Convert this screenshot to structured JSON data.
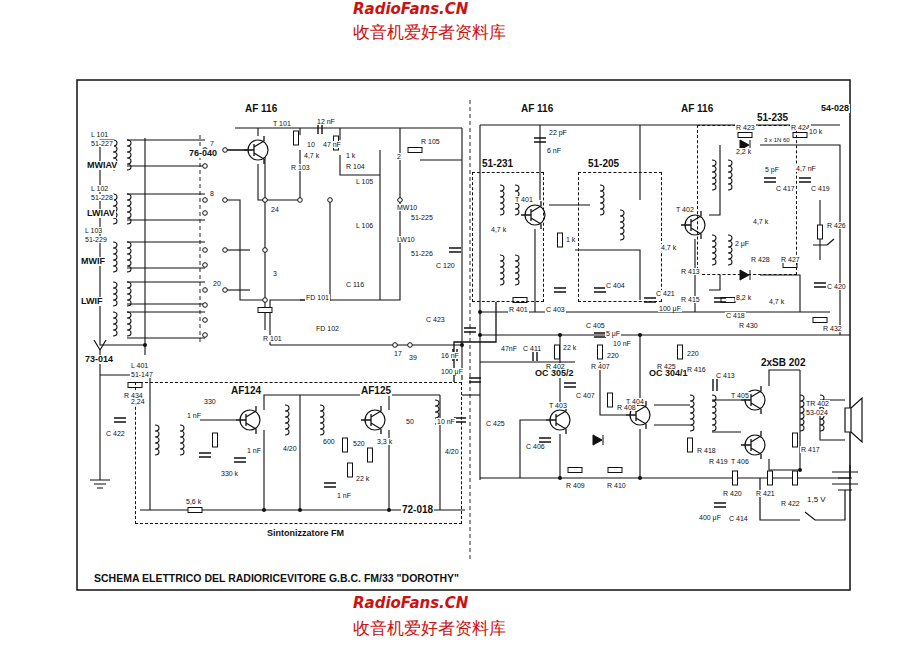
{
  "diagram": {
    "title": "SCHEMA ELETTRICO DEL RADIORICEVITORE G.B.C. FM/33 \"DOROTHY\"",
    "nodes": [
      {
        "text": [
          "51-231"
        ]
      },
      {
        "text": [
          "51-205"
        ]
      },
      {
        "text": [
          "51-235"
        ]
      },
      {
        "text": [
          "72-018",
          "Sintonizzatore FM"
        ]
      }
    ],
    "edges": [
      {
        "from": 3,
        "to": 0,
        "arrow": "none"
      }
    ],
    "labels": [
      "RadioFans.CN",
      "收音机爱好者资料库",
      "AF 116",
      "AF 116",
      "AF 116",
      "76-040",
      "54-028",
      "L 101",
      "51-227",
      "MWIAV",
      "L 102",
      "51-228",
      "LWIAV",
      "L 103",
      "51-229",
      "MWIF",
      "LWIF",
      "73-014",
      "L 401",
      "51-147",
      "AF124",
      "AF125",
      "OC 305/2",
      "OC 304/1",
      "2xSB 202",
      "TR 402",
      "53-024",
      "1,5 V",
      "T 101",
      "R 105",
      "R 104",
      "R 103",
      "L 105",
      "L 106",
      "51-225",
      "51-226",
      "C 116",
      "FD 101",
      "FD 102",
      "R 101",
      "C 423",
      "C 411",
      "47nF",
      "R 401",
      "R 402",
      "R 407",
      "R 425",
      "R 416",
      "C 405",
      "C 406",
      "C 407",
      "R 408",
      "R 409",
      "R 410",
      "R 418",
      "R 419",
      "R 420",
      "R 421",
      "R 422",
      "C 414",
      "R 417",
      "C 413",
      "C 404",
      "C 403",
      "C 421",
      "C 418",
      "R 430",
      "R 432",
      "R 424",
      "R 423",
      "C 417",
      "C 419",
      "C 420",
      "R 426",
      "R 427",
      "R 428",
      "R 415",
      "R 413",
      "T 401",
      "T 402",
      "T 403",
      "T 404",
      "T 405",
      "T 406",
      "R 434",
      "C 422",
      "C 425",
      "330",
      "330 k",
      "5,6 k",
      "22 k",
      "520",
      "600",
      "1 nF",
      "1 nF",
      "1 nF",
      "4/20",
      "4/20",
      "3,3 k",
      "2,24",
      "50",
      "10 nF",
      "22 pF",
      "6 nF",
      "1 k",
      "4,7 k",
      "4,7 k",
      "4,7 k",
      "4,7 k",
      "100 μF",
      "8,2 k",
      "2 μF",
      "5 pF",
      "4,7 nF",
      "10 k",
      "2,2 k",
      "3 x 1N 60",
      "5 μF",
      "10 nF",
      "220",
      "22 k",
      "220",
      "400 μF",
      "MW10",
      "LW10",
      "12 nF",
      "1 k",
      "4,7 k",
      "47 nF",
      "C 120",
      "16 nF",
      "100 μF",
      "7",
      "8",
      "24",
      "2",
      "3",
      "20",
      "17",
      "39",
      "10",
      "RadioFans.CN",
      "收音机爱好者资料库"
    ]
  }
}
